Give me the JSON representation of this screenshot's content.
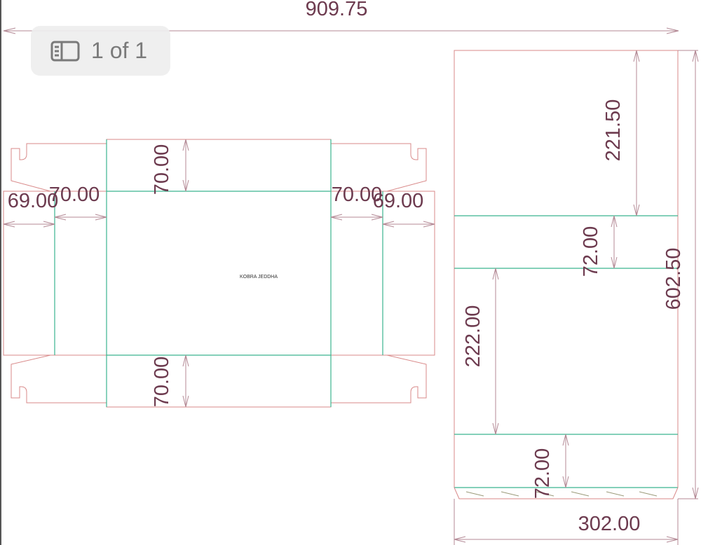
{
  "page_counter": {
    "text": "1 of 1",
    "icon": "sidebar-pages-icon"
  },
  "drawing": {
    "center_label": "KOBRA JEDDHA",
    "dimensions": {
      "overall_width": "909.75",
      "left_side_panel": "69.00",
      "left_inner_flap": "70.00",
      "right_inner_flap": "70.00",
      "right_side_panel": "69.00",
      "top_flap_height": "70.00",
      "bottom_flap_height": "70.00",
      "right_top_panel": "221.50",
      "right_strip_1": "72.00",
      "right_middle_panel": "222.00",
      "right_strip_2": "72.00",
      "right_total_height": "602.50",
      "right_width": "302.00"
    },
    "colors": {
      "cut_line": "#d98a8a",
      "crease_line": "#3bb58f",
      "dimension": "#6d3b4f"
    }
  }
}
